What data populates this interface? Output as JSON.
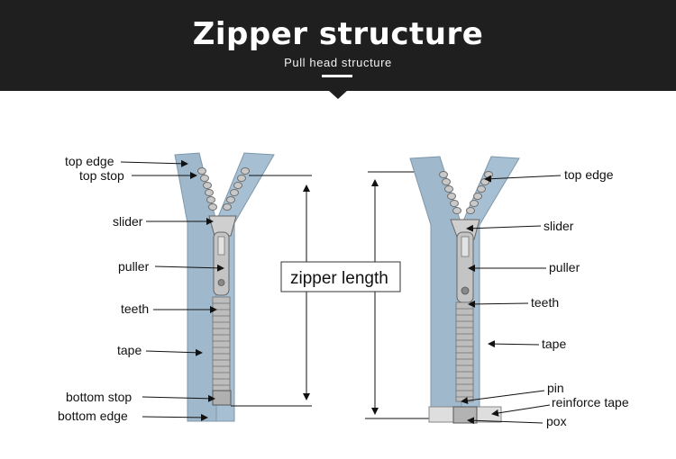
{
  "header": {
    "title": "Zipper structure",
    "subtitle": "Pull head structure"
  },
  "left_zipper": {
    "labels": {
      "top_edge": "top edge",
      "top_stop": "top stop",
      "slider": "slider",
      "puller": "puller",
      "teeth": "teeth",
      "tape": "tape",
      "bottom_stop": "bottom stop",
      "bottom_edge": "bottom edge"
    },
    "length_box": "zipper length"
  },
  "right_zipper": {
    "labels": {
      "top_edge": "top edge",
      "slider": "slider",
      "puller": "puller",
      "teeth": "teeth",
      "tape": "tape",
      "pin": "pin",
      "reinforce_tape": "reinforce tape",
      "pox": "pox"
    }
  },
  "colors": {
    "banner": "#1f1f1f",
    "tape": "#9fb8cc",
    "metal": "#b9b9b9"
  }
}
